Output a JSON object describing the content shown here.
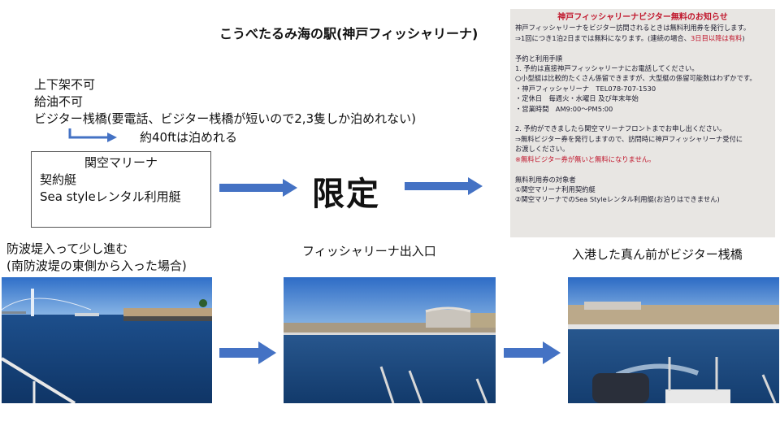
{
  "title": "こうべたるみ海の駅(神戸フィッシャリーナ)",
  "notes": [
    "上下架不可",
    "給油不可",
    "ビジター桟橋(要電話、ビジター桟橋が短いので2,3隻しか泊めれない)"
  ],
  "sub_note": "約40ftは泊めれる",
  "box": {
    "title": "関空マリーナ",
    "lines": [
      "契約艇",
      "Sea styleレンタル利用艇"
    ]
  },
  "limited": "限定",
  "notice": {
    "heading": "神戸フィッシャリーナビジター無料のお知らせ",
    "lines": [
      "神戸フィッシャリーナをビジター訪問されるときは無料利用券を発行します。",
      "⇒1回につき1泊2日までは無料になります。(連続の場合、3日目以降は有料)",
      "",
      "予約と利用手順",
      "1. 予約は直接神戸フィッシャリーナにお電話してください。",
      "○小型艇は比較的たくさん係留できますが、大型艇の係留可能数はわずかです。",
      "・神戸フィッシャリーナ　TEL078-707-1530",
      "・定休日　毎週火・水曜日 及び年末年始",
      "・営業時間　AM9:00〜PM5:00",
      "",
      "2. 予約ができましたら関空マリーナフロントまでお申し出ください。",
      "⇒無料ビジター券を発行しますので、訪問時に神戸フィッシャリーナ受付に",
      "お渡しください。",
      "※無料ビジター券が無いと無料になりません。",
      "",
      "無料利用券の対象者",
      "①関空マリーナ利用契約艇",
      "②関空マリーナでのSea Styleレンタル利用艇(お泊りはできません)"
    ]
  },
  "captions": {
    "photo1": [
      "防波堤入って少し進む",
      "(南防波堤の東側から入った場合)"
    ],
    "photo2": "フィッシャリーナ出入口",
    "photo3": "入港した真ん前がビジター桟橋"
  },
  "colors": {
    "arrow": "#4472c4",
    "sky": "#3a7fd0",
    "sea": "#1f4e89",
    "notice_red": "#c0162c"
  }
}
